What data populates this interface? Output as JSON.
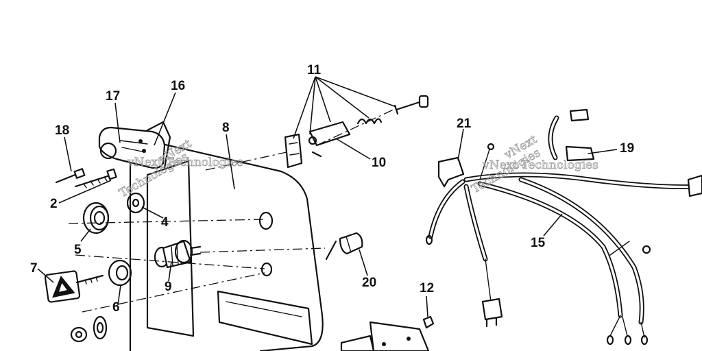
{
  "callouts": {
    "c2": "2",
    "c4": "4",
    "c5": "5",
    "c6": "6",
    "c7": "7",
    "c8": "8",
    "c9": "9",
    "c10": "10",
    "c11": "11",
    "c12": "12",
    "c15": "15",
    "c16": "16",
    "c17": "17",
    "c18": "18",
    "c19": "19",
    "c20": "20",
    "c21": "21"
  },
  "watermarks": {
    "w1a": "vNext",
    "w1b": "Technologies",
    "w1c": "vNext Technologies",
    "w2a": "vNext",
    "w2b": "Technologies",
    "w2c": "vNext Technologies"
  },
  "icons": {
    "key_tag": "triangle-warning-icon",
    "cable_lug": "ring-terminal-icon",
    "connector": "plug-connector-icon"
  }
}
